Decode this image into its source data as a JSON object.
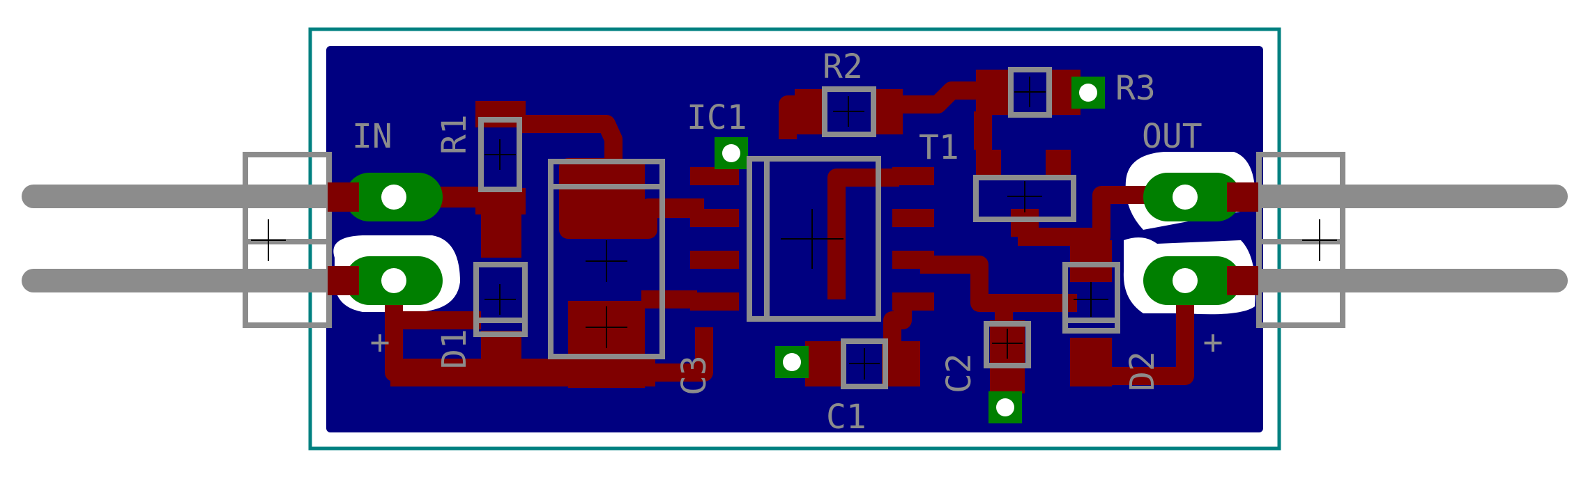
{
  "colors": {
    "background": "#ffffff",
    "outline": "#008080",
    "ground_fill": "#000080",
    "copper": "#7f0000",
    "silkscreen": "#8c8c8c",
    "pad_green": "#007f00",
    "pin_grey": "#8c8c8c",
    "clearance": "#ffffff"
  },
  "labels": {
    "in": "IN",
    "out": "OUT",
    "r1": "R1",
    "r2": "R2",
    "r3": "R3",
    "ic1": "IC1",
    "t1": "T1",
    "c1": "C1",
    "c2": "C2",
    "c3": "C3",
    "d1": "D1",
    "d2": "D2",
    "plus_in": "+",
    "plus_out": "+"
  },
  "icons": {
    "component_origin": "crosshair-icon",
    "via": "via-icon",
    "pad": "pad-icon"
  }
}
